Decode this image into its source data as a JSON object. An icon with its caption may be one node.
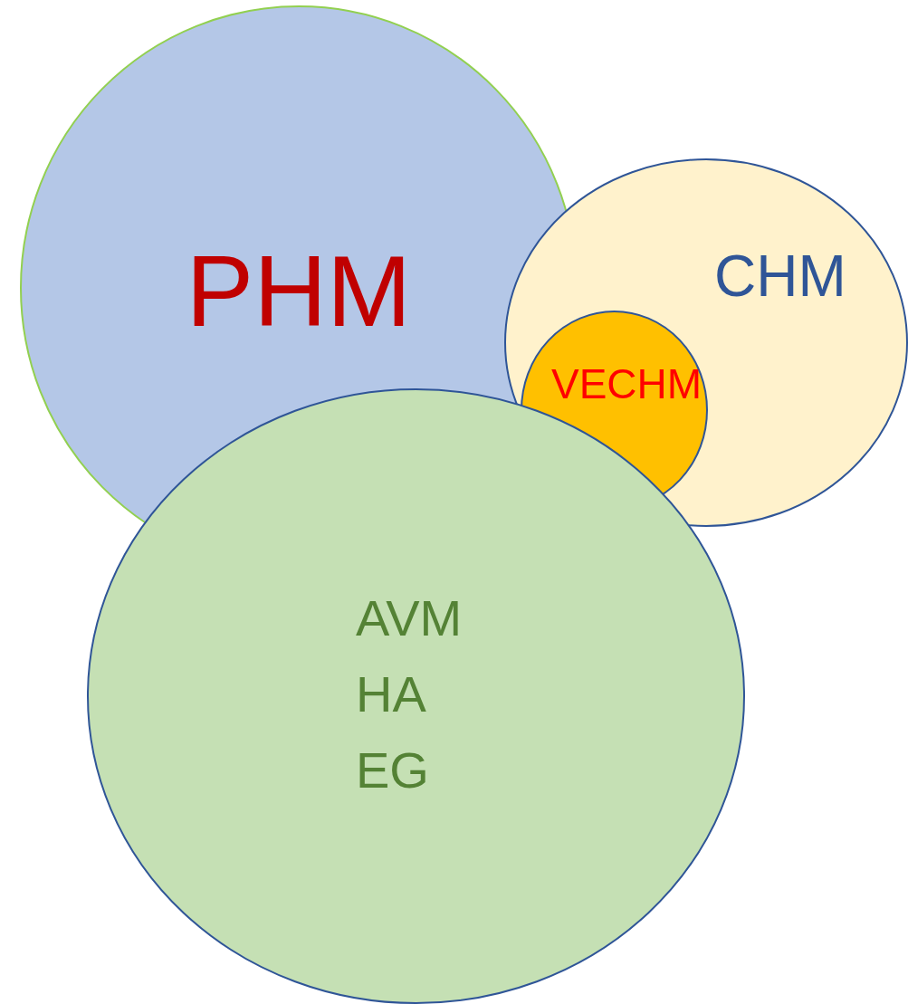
{
  "diagram": {
    "nodes": [
      {
        "text": [
          "PHM"
        ]
      },
      {
        "text": [
          "CHM"
        ]
      },
      {
        "text": [
          "VECHM"
        ],
        "in": 1
      },
      {
        "text": [
          "AVM",
          "HA",
          "EG"
        ]
      }
    ]
  }
}
